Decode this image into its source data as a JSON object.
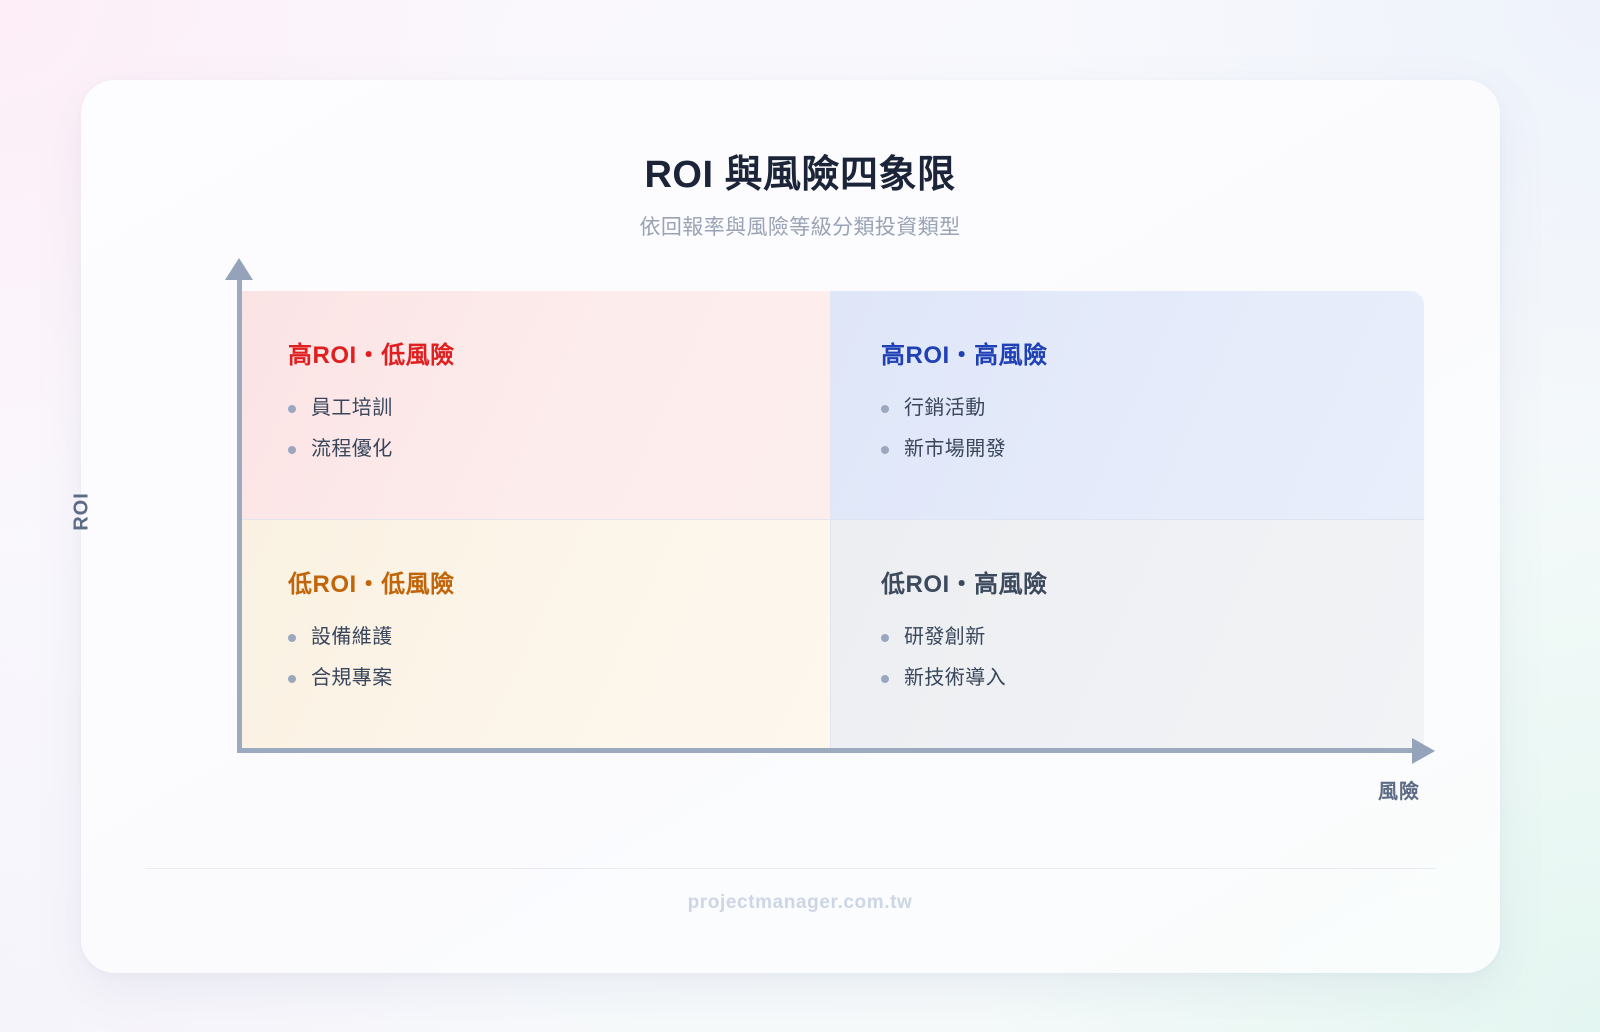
{
  "header": {
    "title": "ROI 與風險四象限",
    "subtitle": "依回報率與風險等級分類投資類型"
  },
  "axes": {
    "y_label": "ROI",
    "x_label": "風險"
  },
  "colors": {
    "quadrant_high_roi_low_risk_heading": "#e02020",
    "quadrant_high_roi_high_risk_heading": "#1f41b5",
    "quadrant_low_roi_low_risk_heading": "#c2650a",
    "quadrant_low_roi_high_risk_heading": "#3d4a5e",
    "bullet": "#9aa7be",
    "axis": "#9caabf",
    "footer": "#ced5e4"
  },
  "chart_data": {
    "type": "table",
    "title": "ROI 與風險四象限",
    "subtitle": "依回報率與風險等級分類投資類型",
    "xlabel": "風險",
    "ylabel": "ROI",
    "grid": true,
    "legend": false,
    "quadrants": [
      {
        "position": "top-left",
        "label": "高ROI・低風險",
        "heading_color": "#e02020",
        "x_level": "低風險",
        "y_level": "高ROI",
        "items": [
          "員工培訓",
          "流程優化"
        ]
      },
      {
        "position": "top-right",
        "label": "高ROI・高風險",
        "heading_color": "#1f41b5",
        "x_level": "高風險",
        "y_level": "高ROI",
        "items": [
          "行銷活動",
          "新市場開發"
        ]
      },
      {
        "position": "bottom-left",
        "label": "低ROI・低風險",
        "heading_color": "#c2650a",
        "x_level": "低風險",
        "y_level": "低ROI",
        "items": [
          "設備維護",
          "合規專案"
        ]
      },
      {
        "position": "bottom-right",
        "label": "低ROI・高風險",
        "heading_color": "#3d4a5e",
        "x_level": "高風險",
        "y_level": "低ROI",
        "items": [
          "研發創新",
          "新技術導入"
        ]
      }
    ]
  },
  "quadrants": {
    "tl": {
      "heading": "高ROI・低風險",
      "items": [
        "員工培訓",
        "流程優化"
      ]
    },
    "tr": {
      "heading": "高ROI・高風險",
      "items": [
        "行銷活動",
        "新市場開發"
      ]
    },
    "bl": {
      "heading": "低ROI・低風險",
      "items": [
        "設備維護",
        "合規專案"
      ]
    },
    "br": {
      "heading": "低ROI・高風險",
      "items": [
        "研發創新",
        "新技術導入"
      ]
    }
  },
  "footer": {
    "site": "projectmanager.com.tw"
  }
}
